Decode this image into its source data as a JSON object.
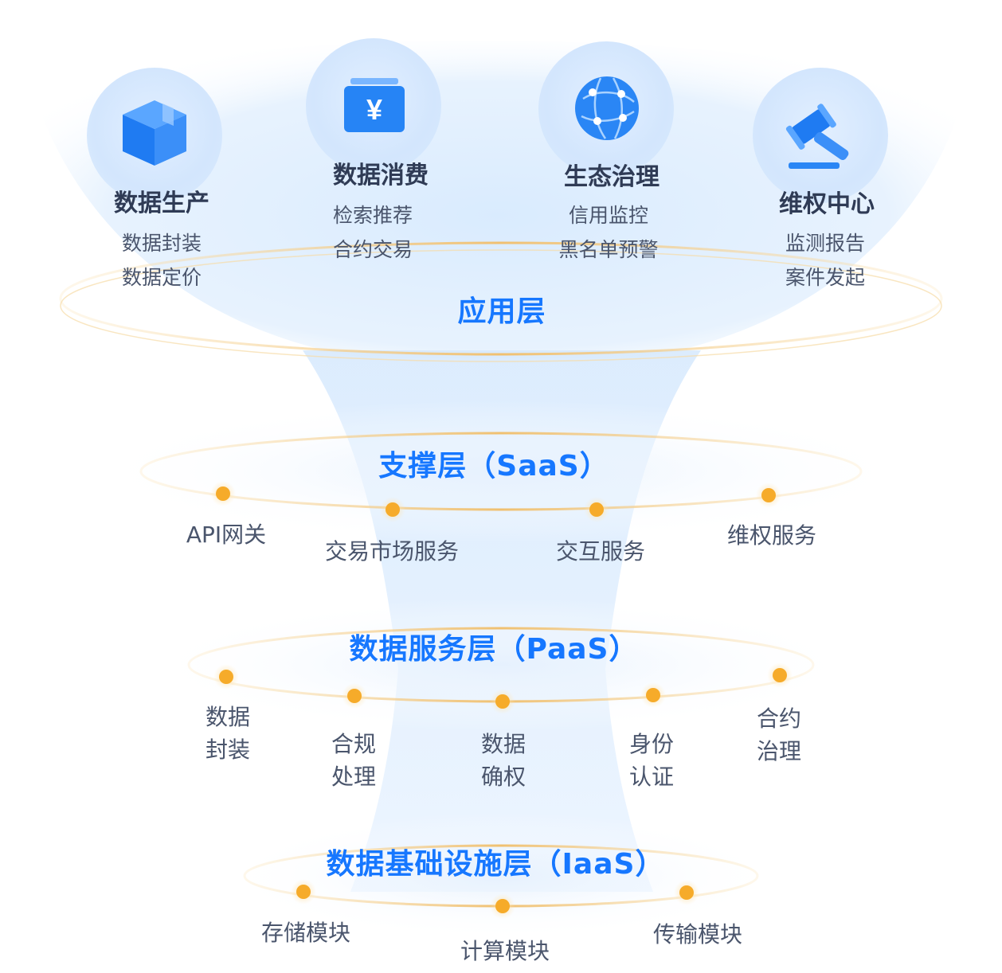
{
  "application_layer": {
    "title": "应用层",
    "modules": [
      {
        "title": "数据生产",
        "icon": "box-icon",
        "items": [
          "数据封装",
          "数据定价"
        ]
      },
      {
        "title": "数据消费",
        "icon": "yuan-card-icon",
        "items": [
          "检索推荐",
          "合约交易"
        ]
      },
      {
        "title": "生态治理",
        "icon": "globe-network-icon",
        "items": [
          "信用监控",
          "黑名单预警"
        ]
      },
      {
        "title": "维权中心",
        "icon": "gavel-icon",
        "items": [
          "监测报告",
          "案件发起"
        ]
      }
    ]
  },
  "saas_layer": {
    "title": "支撑层（SaaS）",
    "nodes": [
      "API网关",
      "交易市场服务",
      "交互服务",
      "维权服务"
    ]
  },
  "paas_layer": {
    "title": "数据服务层（PaaS）",
    "nodes": [
      "数据\n封装",
      "合规\n处理",
      "数据\n确权",
      "身份\n认证",
      "合约\n治理"
    ]
  },
  "iaas_layer": {
    "title": "数据基础设施层（IaaS）",
    "nodes": [
      "存储模块",
      "计算模块",
      "传输模块"
    ]
  },
  "colors": {
    "accent": "#1677ff",
    "ring": "#f2c46d",
    "node": "#f5a623",
    "funnel": "#d6e9fd"
  }
}
